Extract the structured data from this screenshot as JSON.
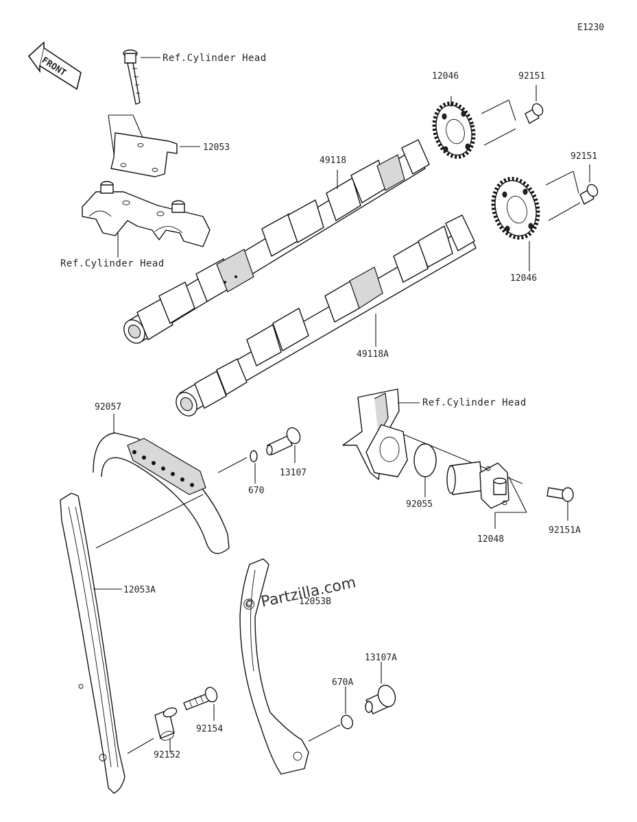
{
  "diagram_code": "E1230",
  "front_label": "FRONT",
  "watermark": "© Partzilla.com",
  "references": {
    "ref_bolt": "Ref.Cylinder Head",
    "ref_holder": "Ref.Cylinder Head",
    "ref_tensioner": "Ref.Cylinder Head"
  },
  "parts": {
    "p12053": "12053",
    "p12046_top": "12046",
    "p92151_top": "92151",
    "p49118": "49118",
    "p92151_mid": "92151",
    "p12046_mid": "12046",
    "p49118A": "49118A",
    "p92057": "92057",
    "p670": "670",
    "p13107": "13107",
    "p92055": "92055",
    "p12048": "12048",
    "p92151A": "92151A",
    "p12053A": "12053A",
    "p12053B": "12053B",
    "p13107A": "13107A",
    "p670A": "670A",
    "p92154": "92154",
    "p92152": "92152"
  }
}
